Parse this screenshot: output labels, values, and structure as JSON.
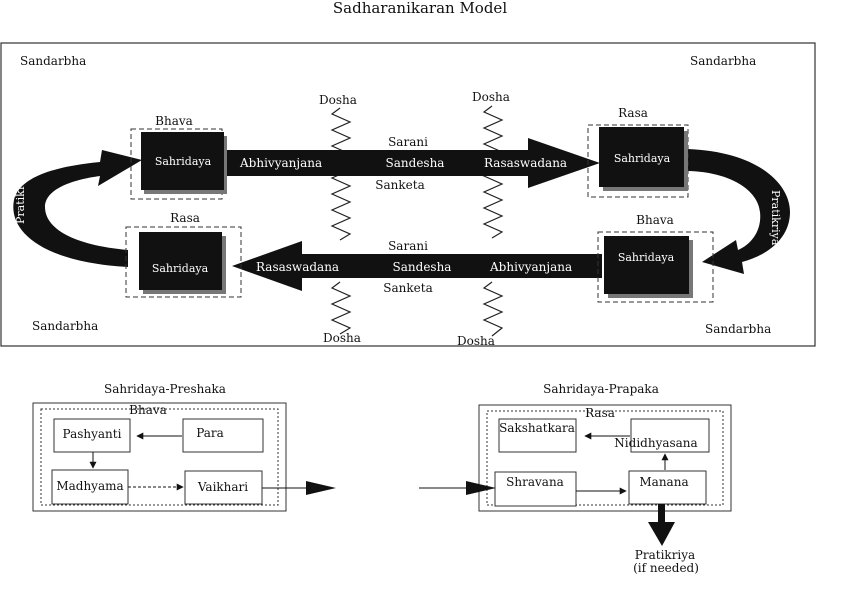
{
  "title": "Sadharanikaran Model",
  "context": {
    "top_left": "Sandarbha",
    "top_right": "Sandarbha",
    "bottom_left": "Sandarbha",
    "bottom_right": "Sandarbha"
  },
  "noise": {
    "top_left": "Dosha",
    "top_right": "Dosha",
    "bottom_left": "Dosha",
    "bottom_right": "Dosha"
  },
  "upper_channel": {
    "left_label": "Abhivyanjana",
    "channel": "Sarani",
    "message": "Sandesha",
    "code": "Sanketa",
    "right_label": "Rasaswadana"
  },
  "lower_channel": {
    "left_label": "Rasaswadana",
    "channel": "Sarani",
    "message": "Sandesha",
    "code": "Sanketa",
    "right_label": "Abhivyanjana"
  },
  "boxes": {
    "top_left": {
      "state": "Bhava",
      "name": "Sahridaya"
    },
    "top_right": {
      "state": "Rasa",
      "name": "Sahridaya"
    },
    "bottom_left": {
      "state": "Rasa",
      "name": "Sahridaya"
    },
    "bottom_right": {
      "state": "Bhava",
      "name": "Sahridaya"
    }
  },
  "feedback": {
    "left": "Pratikriya",
    "right": "Pratikriya"
  },
  "sender_panel": {
    "title": "Sahridaya-Preshaka",
    "inner": "Bhava",
    "stages": {
      "pashyanti": "Pashyanti",
      "para": "Para",
      "madhyama": "Madhyama",
      "vaikhari": "Vaikhari"
    }
  },
  "receiver_panel": {
    "title": "Sahridaya-Prapaka",
    "inner": "Rasa",
    "stages": {
      "sakshatkara": "Sakshatkara",
      "nididhyasana": "Nididhyasana",
      "shravana": "Shravana",
      "manana": "Manana"
    },
    "output_line1": "Pratikriya",
    "output_line2": "(if needed)"
  }
}
